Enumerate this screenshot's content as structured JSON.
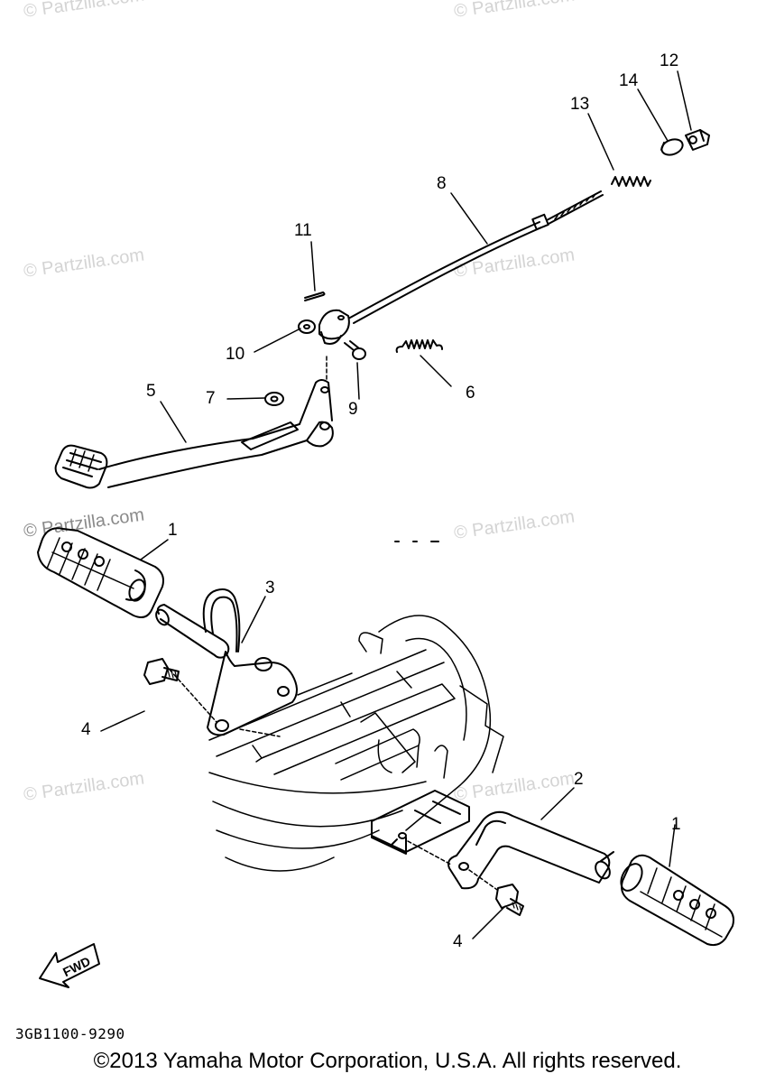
{
  "watermark": "© Partzilla.com",
  "callouts": {
    "c1a": "1",
    "c1b": "1",
    "c2": "2",
    "c3": "3",
    "c4a": "4",
    "c4b": "4",
    "c5": "5",
    "c6": "6",
    "c7": "7",
    "c8": "8",
    "c9": "9",
    "c10": "10",
    "c11": "11",
    "c12": "12",
    "c13": "13",
    "c14": "14"
  },
  "fwd_label": "FWD",
  "part_number": "3GB1100-9290",
  "copyright": "©2013  Yamaha Motor Corporation, U.S.A. All rights reserved."
}
